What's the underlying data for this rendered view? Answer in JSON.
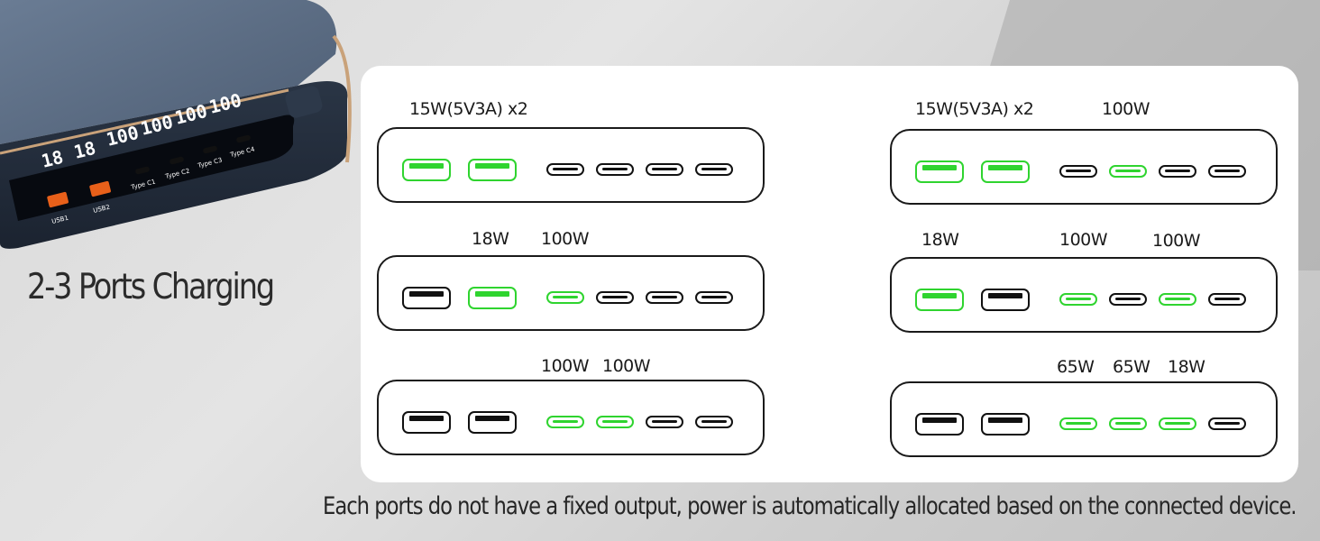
{
  "device": {
    "displays": [
      "18",
      "18",
      "100",
      "100",
      "100",
      "100"
    ],
    "ports": [
      "USB1",
      "USB2",
      "Type C1",
      "Type C2",
      "Type C3",
      "Type C4"
    ]
  },
  "heading": "2-3 Ports Charging",
  "footer": "Each ports do not have a fixed output, power is automatically allocated based on the connected device.",
  "configs": [
    {
      "labels": [
        "15W(5V3A) x2"
      ],
      "usb": [
        true,
        true
      ],
      "typec": [
        false,
        false,
        false,
        false
      ]
    },
    {
      "labels": [
        "18W",
        "100W"
      ],
      "usb": [
        false,
        true
      ],
      "typec": [
        true,
        false,
        false,
        false
      ]
    },
    {
      "labels": [
        "100W",
        "100W"
      ],
      "usb": [
        false,
        false
      ],
      "typec": [
        true,
        true,
        false,
        false
      ]
    },
    {
      "labels": [
        "15W(5V3A) x2",
        "100W"
      ],
      "usb": [
        true,
        true
      ],
      "typec": [
        false,
        true,
        false,
        false
      ]
    },
    {
      "labels": [
        "18W",
        "100W",
        "100W"
      ],
      "usb": [
        true,
        false
      ],
      "typec": [
        true,
        false,
        true,
        false
      ]
    },
    {
      "labels": [
        "65W",
        "65W",
        "18W"
      ],
      "usb": [
        false,
        false
      ],
      "typec": [
        true,
        true,
        true,
        false
      ]
    }
  ],
  "colors": {
    "active": "#2fd42f",
    "inactive": "#111111",
    "panel": "#ffffff"
  }
}
